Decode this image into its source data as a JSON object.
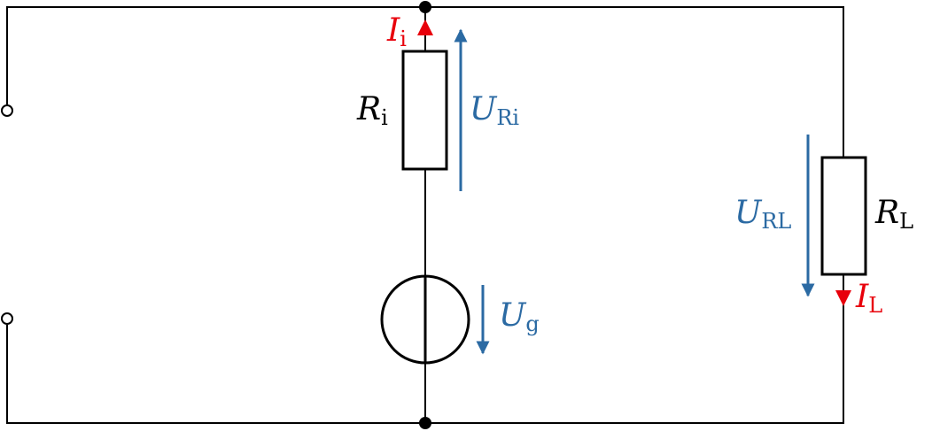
{
  "colors": {
    "wire": "#000000",
    "current": "#e8000b",
    "voltage": "#2b6aa3"
  },
  "labels": {
    "ri": {
      "main": "R",
      "sub": "i"
    },
    "rl": {
      "main": "R",
      "sub": "L"
    },
    "ii": {
      "main": "I",
      "sub": "i"
    },
    "il": {
      "main": "I",
      "sub": "L"
    },
    "uri": {
      "main": "U",
      "sub": "Ri"
    },
    "url": {
      "main": "U",
      "sub": "RL"
    },
    "ug": {
      "main": "U",
      "sub": "g"
    }
  }
}
